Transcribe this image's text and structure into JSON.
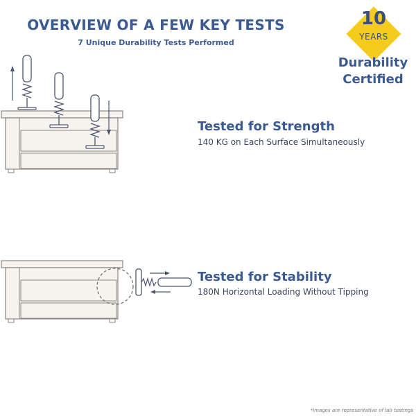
{
  "header": {
    "title": "OVERVIEW OF A FEW KEY TESTS",
    "subtitle": "7 Unique Durability Tests Performed"
  },
  "badge": {
    "number": "10",
    "unit": "YEARS",
    "line1": "Durability",
    "line2": "Certified",
    "color": "#f6cc1c"
  },
  "tests": [
    {
      "title": "Tested for Strength",
      "description": "140 KG on Each Surface Simultaneously",
      "icon": "table-load-test-icon"
    },
    {
      "title": "Tested for Stability",
      "description": "180N Horizontal Loading Without Tipping",
      "icon": "table-push-test-icon"
    }
  ],
  "footnote": "*Images are representative of lab testings",
  "colors": {
    "heading": "#3c5a92",
    "furniture_fill": "#f7f3ee",
    "outline": "#8a8580"
  }
}
